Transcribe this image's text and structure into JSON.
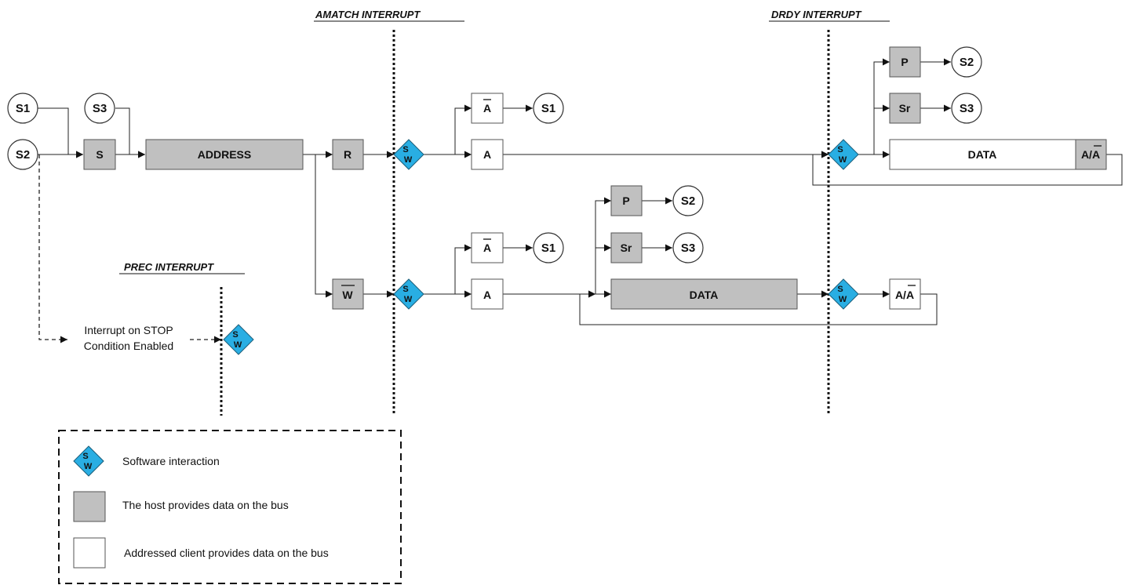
{
  "interrupts": {
    "amatch": "AMATCH INTERRUPT",
    "drdy": "DRDY INTERRUPT",
    "prec": "PREC INTERRUPT"
  },
  "states": {
    "s1": "S1",
    "s2": "S2",
    "s3": "S3"
  },
  "boxes": {
    "start": "S",
    "address": "ADDRESS",
    "read": "R",
    "write": "W",
    "ack": "A",
    "nack": "A",
    "stop": "P",
    "repeated_start": "Sr",
    "data": "DATA",
    "ack_nack": "A/A"
  },
  "sw": {
    "top": "S",
    "bottom": "W"
  },
  "stop_note": {
    "line1": "Interrupt on STOP",
    "line2": "Condition Enabled"
  },
  "legend": {
    "software": "Software interaction",
    "host": "The host provides data on the bus",
    "client": "Addressed client provides data on the bus"
  },
  "colors": {
    "host_box": "#c0c0c0",
    "client_box": "#ffffff",
    "sw_diamond": "#29aee3"
  }
}
